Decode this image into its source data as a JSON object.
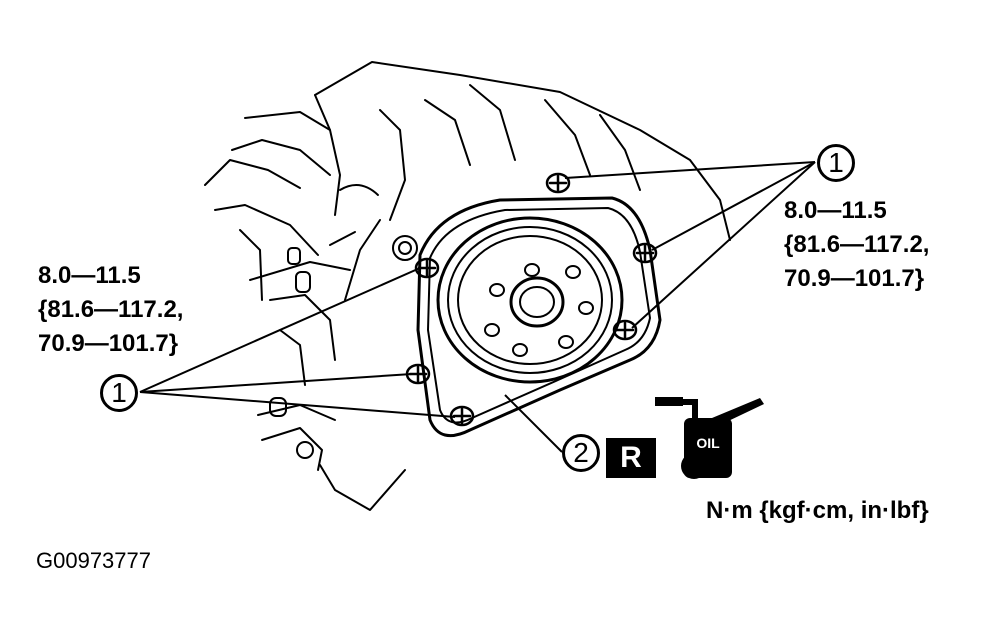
{
  "callouts": {
    "bolt": "1",
    "seal": "2"
  },
  "torque_left": {
    "line1": "8.0—11.5",
    "line2": "{81.6—117.2,",
    "line3": "70.9—101.7}"
  },
  "torque_right": {
    "line1": "8.0—11.5",
    "line2": "{81.6—117.2,",
    "line3": "70.9—101.7}"
  },
  "replace_symbol": "R",
  "oil_can_label": "OIL",
  "unit_note": "N·m {kgf·cm, in·lbf}",
  "figure_id": "G00973777",
  "icons": [
    "engine-rear-illustration",
    "oil-can-icon",
    "replace-symbol"
  ]
}
